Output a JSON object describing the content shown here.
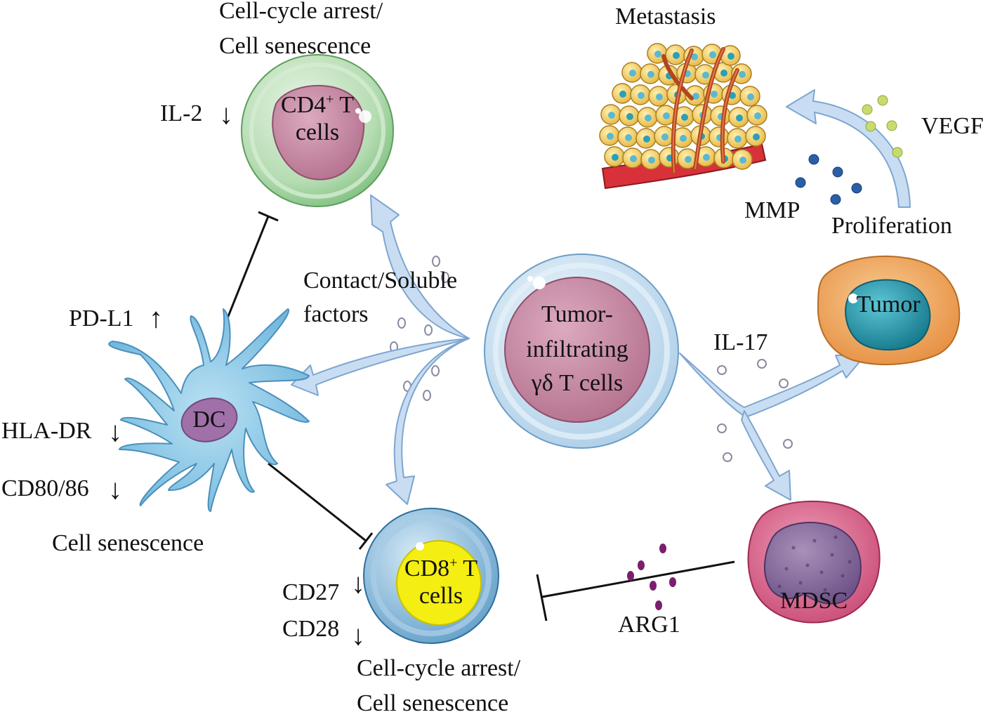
{
  "cd4": {
    "title_line1": "Cell-cycle arrest/",
    "title_line2": "Cell senescence",
    "label_main": "CD4",
    "label_sup": "+",
    "label_tail": " T",
    "label_line2": "cells",
    "marker": "IL-2",
    "arrow": "↓"
  },
  "dc": {
    "label": "DC",
    "markers": [
      {
        "name": "PD-L1",
        "arrow": "↑"
      },
      {
        "name": "HLA-DR",
        "arrow": "↓"
      },
      {
        "name": "CD80/86",
        "arrow": "↓"
      }
    ],
    "footer": "Cell senescence"
  },
  "cd8": {
    "label_main": "CD8",
    "label_sup": "+",
    "label_tail": " T",
    "label_line2": "cells",
    "markers": [
      {
        "name": "CD27",
        "arrow": "↓"
      },
      {
        "name": "CD28",
        "arrow": "↓"
      }
    ],
    "footer_line1": "Cell-cycle arrest/",
    "footer_line2": "Cell senescence"
  },
  "gd": {
    "line1": "Tumor-",
    "line2": "infiltrating",
    "line3": "γδ T cells"
  },
  "contact": {
    "line1": "Contact/Soluble",
    "line2": "factors"
  },
  "tumor": {
    "label": "Tumor",
    "proliferation": "Proliferation",
    "il17": "IL-17"
  },
  "metastasis": {
    "title": "Metastasis",
    "vegf": "VEGF",
    "mmp": "MMP"
  },
  "mdsc": {
    "label": "MDSC",
    "arg1": "ARG1"
  },
  "colors": {
    "arrow_fill": "#c9ddf2",
    "arrow_stroke": "#7ea6cf",
    "cd4_outer": "#9ccd9c",
    "cell_purple": "#c7859f",
    "cd8_nucleus": "#f4ee12",
    "dc_body": "#8cc9e8",
    "tumor_outer": "#f0a860",
    "tumor_nucleus": "#2aa0b6",
    "mdsc_outer": "#d4587e"
  }
}
